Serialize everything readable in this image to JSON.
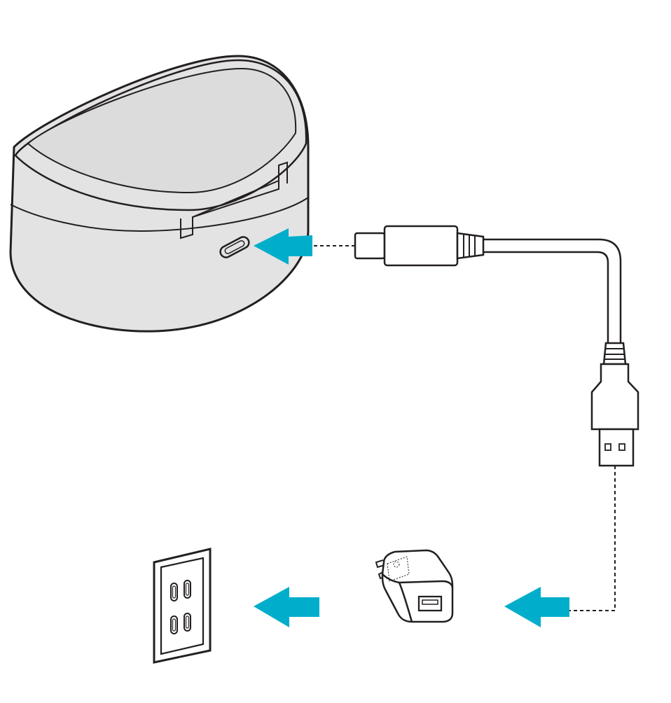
{
  "diagram": {
    "type": "illustration",
    "colors": {
      "accent": "#00AECB",
      "outline": "#231F20",
      "case_fill": "#E3E3E3",
      "lid_fill": "#DCDCDC",
      "background": "#FFFFFF"
    },
    "components": [
      {
        "id": "charging-case",
        "icon": "earbuds-charging-case"
      },
      {
        "id": "usb-c-cable",
        "icon": "usb-c-to-usb-a-cable"
      },
      {
        "id": "usb-power-adapter",
        "icon": "usb-wall-adapter"
      },
      {
        "id": "wall-outlet",
        "icon": "wall-power-outlet"
      }
    ],
    "arrows": [
      {
        "id": "cable-to-case",
        "direction": "left"
      },
      {
        "id": "cable-to-adapter",
        "direction": "left"
      },
      {
        "id": "adapter-to-outlet",
        "direction": "left"
      }
    ]
  }
}
